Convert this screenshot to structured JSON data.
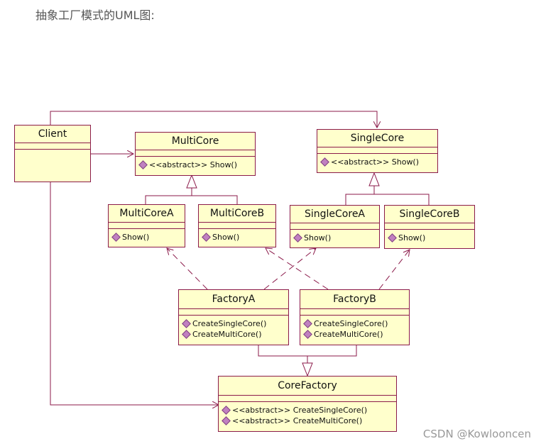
{
  "heading": "抽象工厂模式的UML图:",
  "watermark": "CSDN @Kowlooncen",
  "classes": {
    "client": {
      "name": "Client",
      "ops": []
    },
    "multicore": {
      "name": "MultiCore",
      "ops": [
        "<<abstract>> Show()"
      ]
    },
    "singlecore": {
      "name": "SingleCore",
      "ops": [
        "<<abstract>> Show()"
      ]
    },
    "multicore_a": {
      "name": "MultiCoreA",
      "ops": [
        "Show()"
      ]
    },
    "multicore_b": {
      "name": "MultiCoreB",
      "ops": [
        "Show()"
      ]
    },
    "singlecore_a": {
      "name": "SingleCoreA",
      "ops": [
        "Show()"
      ]
    },
    "singlecore_b": {
      "name": "SingleCoreB",
      "ops": [
        "Show()"
      ]
    },
    "factory_a": {
      "name": "FactoryA",
      "ops": [
        "CreateSingleCore()",
        "CreateMultiCore()"
      ]
    },
    "factory_b": {
      "name": "FactoryB",
      "ops": [
        "CreateSingleCore()",
        "CreateMultiCore()"
      ]
    },
    "corefactory": {
      "name": "CoreFactory",
      "ops": [
        "<<abstract>> CreateSingleCore()",
        "<<abstract>> CreateMultiCore()"
      ]
    }
  },
  "colors": {
    "line": "#8b1a4a",
    "box_fill": "#ffffcc",
    "op_marker": "#c080c0"
  }
}
